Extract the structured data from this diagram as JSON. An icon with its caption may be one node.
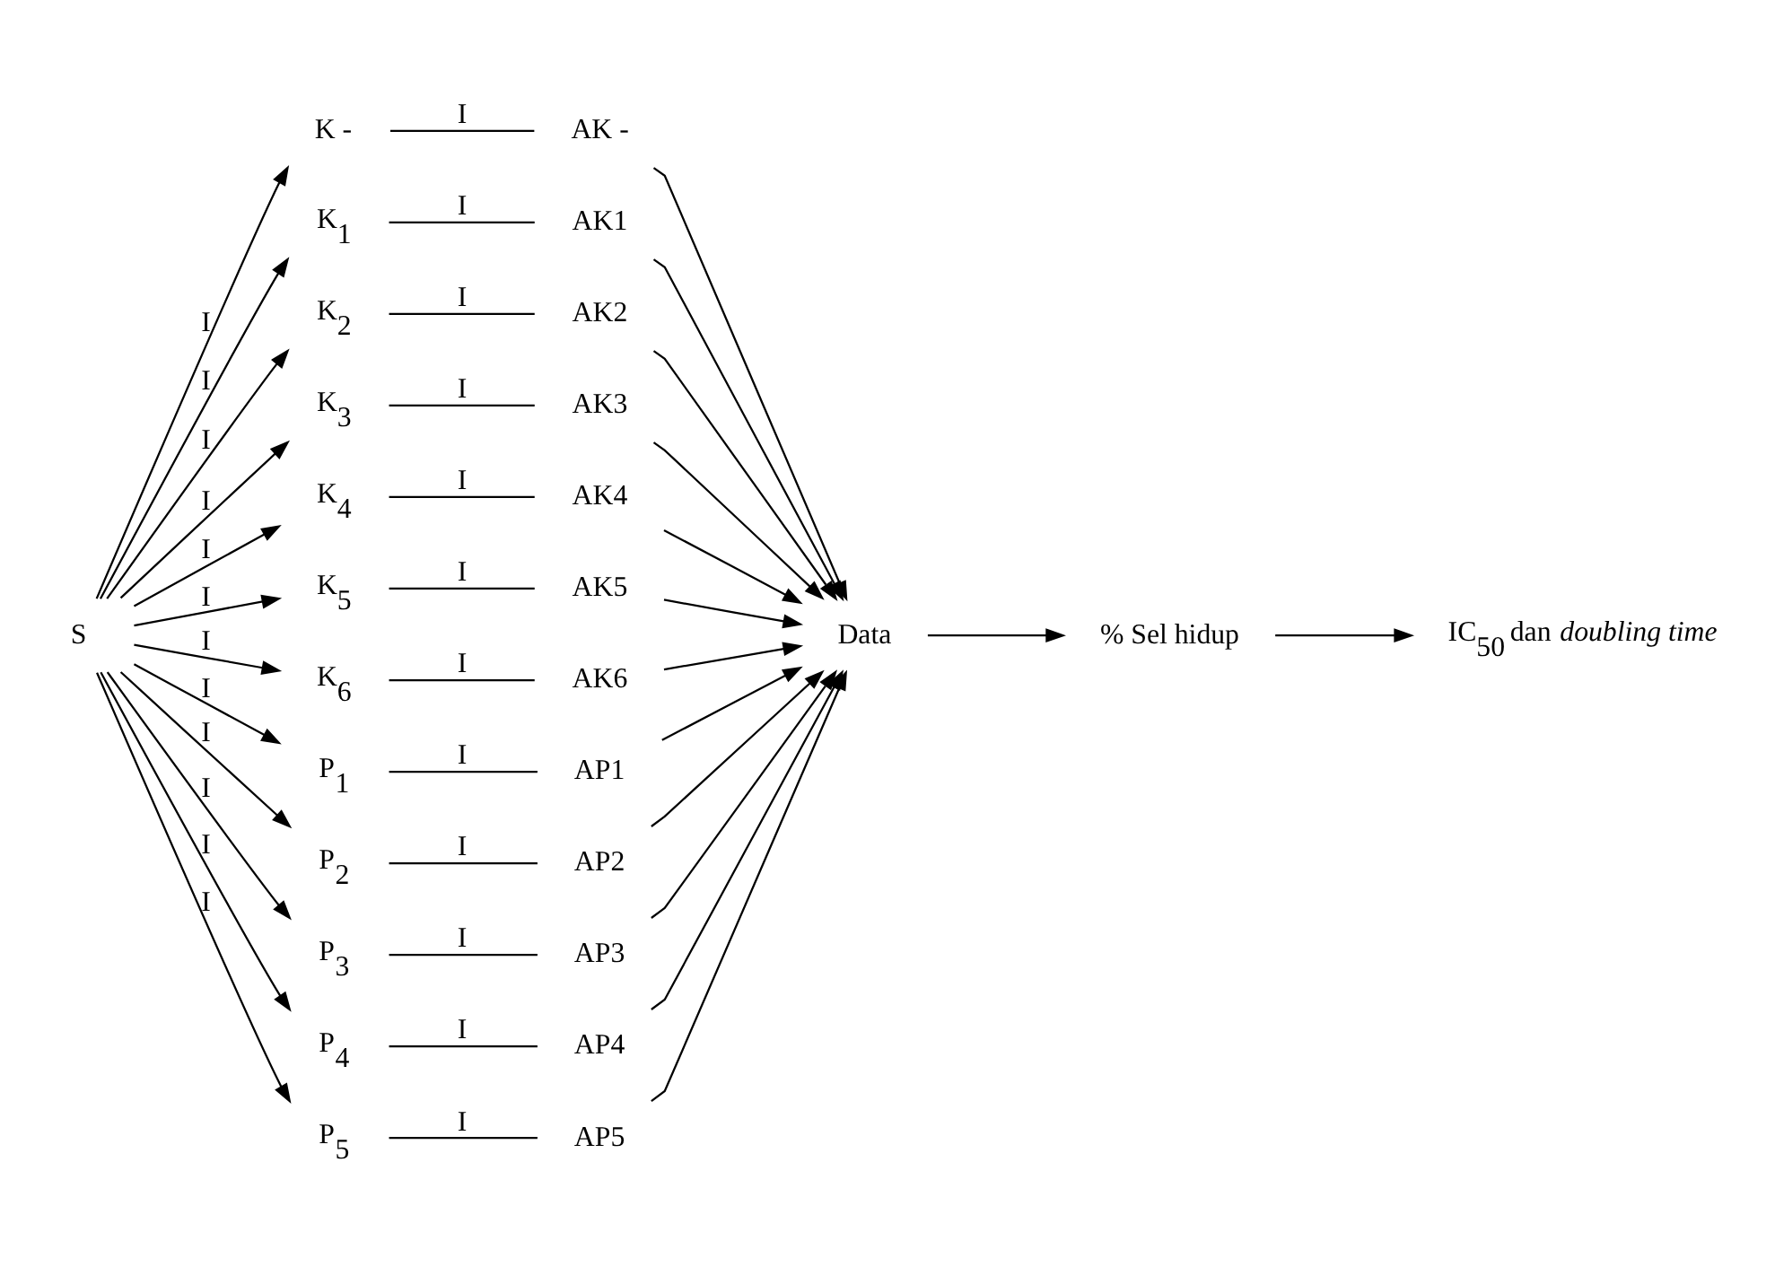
{
  "diagram": {
    "nodes": [
      {
        "text": [
          "S"
        ]
      },
      {
        "text": [
          "K -"
        ]
      },
      {
        "text": [
          "K$_{1}$"
        ]
      },
      {
        "text": [
          "K$_{2}$"
        ]
      },
      {
        "text": [
          "K$_{3}$"
        ]
      },
      {
        "text": [
          "K$_{4}$"
        ]
      },
      {
        "text": [
          "K$_{5}$"
        ]
      },
      {
        "text": [
          "K$_{6}$"
        ]
      },
      {
        "text": [
          "P$_{1}$"
        ]
      },
      {
        "text": [
          "P$_{2}$"
        ]
      },
      {
        "text": [
          "P$_{3}$"
        ]
      },
      {
        "text": [
          "P$_{4}$"
        ]
      },
      {
        "text": [
          "P$_{5}$"
        ]
      },
      {
        "text": [
          "AK -"
        ]
      },
      {
        "text": [
          "AK1"
        ]
      },
      {
        "text": [
          "AK2"
        ]
      },
      {
        "text": [
          "AK3"
        ]
      },
      {
        "text": [
          "AK4"
        ]
      },
      {
        "text": [
          "AK5"
        ]
      },
      {
        "text": [
          "AK6"
        ]
      },
      {
        "text": [
          "AP1"
        ]
      },
      {
        "text": [
          "AP2"
        ]
      },
      {
        "text": [
          "AP3"
        ]
      },
      {
        "text": [
          "AP4"
        ]
      },
      {
        "text": [
          "AP5"
        ]
      },
      {
        "text": [
          "Data"
        ]
      },
      {
        "text": [
          "% Sel hidup"
        ]
      },
      {
        "text": [
          "IC$_{50}$ dan *doubling time*"
        ]
      }
    ],
    "edges": [
      {
        "from": 0,
        "to": 1,
        "arrow": "to",
        "label": "I"
      },
      {
        "from": 0,
        "to": 2,
        "arrow": "to",
        "label": "I"
      },
      {
        "from": 0,
        "to": 3,
        "arrow": "to",
        "label": "I"
      },
      {
        "from": 0,
        "to": 4,
        "arrow": "to",
        "label": "I"
      },
      {
        "from": 0,
        "to": 5,
        "arrow": "to",
        "label": "I"
      },
      {
        "from": 0,
        "to": 6,
        "arrow": "to",
        "label": "I"
      },
      {
        "from": 0,
        "to": 7,
        "arrow": "to",
        "label": "I"
      },
      {
        "from": 0,
        "to": 8,
        "arrow": "to",
        "label": "I"
      },
      {
        "from": 0,
        "to": 9,
        "arrow": "to",
        "label": "I"
      },
      {
        "from": 0,
        "to": 10,
        "arrow": "to",
        "label": "I"
      },
      {
        "from": 0,
        "to": 11,
        "arrow": "to",
        "label": "I"
      },
      {
        "from": 0,
        "to": 12,
        "arrow": "to",
        "label": "I"
      },
      {
        "from": 1,
        "to": 13,
        "arrow": "none",
        "label": "I"
      },
      {
        "from": 2,
        "to": 14,
        "arrow": "none",
        "label": "I"
      },
      {
        "from": 3,
        "to": 15,
        "arrow": "none",
        "label": "I"
      },
      {
        "from": 4,
        "to": 16,
        "arrow": "none",
        "label": "I"
      },
      {
        "from": 5,
        "to": 17,
        "arrow": "none",
        "label": "I"
      },
      {
        "from": 6,
        "to": 18,
        "arrow": "none",
        "label": "I"
      },
      {
        "from": 7,
        "to": 19,
        "arrow": "none",
        "label": "I"
      },
      {
        "from": 8,
        "to": 20,
        "arrow": "none",
        "label": "I"
      },
      {
        "from": 9,
        "to": 21,
        "arrow": "none",
        "label": "I"
      },
      {
        "from": 10,
        "to": 22,
        "arrow": "none",
        "label": "I"
      },
      {
        "from": 11,
        "to": 23,
        "arrow": "none",
        "label": "I"
      },
      {
        "from": 12,
        "to": 24,
        "arrow": "none",
        "label": "I"
      },
      {
        "from": 13,
        "to": 25,
        "arrow": "to"
      },
      {
        "from": 14,
        "to": 25,
        "arrow": "to"
      },
      {
        "from": 15,
        "to": 25,
        "arrow": "to"
      },
      {
        "from": 16,
        "to": 25,
        "arrow": "to"
      },
      {
        "from": 17,
        "to": 25,
        "arrow": "to"
      },
      {
        "from": 18,
        "to": 25,
        "arrow": "to"
      },
      {
        "from": 19,
        "to": 25,
        "arrow": "to"
      },
      {
        "from": 20,
        "to": 25,
        "arrow": "to"
      },
      {
        "from": 21,
        "to": 25,
        "arrow": "to"
      },
      {
        "from": 22,
        "to": 25,
        "arrow": "to"
      },
      {
        "from": 23,
        "to": 25,
        "arrow": "to"
      },
      {
        "from": 24,
        "to": 25,
        "arrow": "to"
      },
      {
        "from": 25,
        "to": 26,
        "arrow": "to"
      },
      {
        "from": 26,
        "to": 27,
        "arrow": "to"
      }
    ]
  }
}
